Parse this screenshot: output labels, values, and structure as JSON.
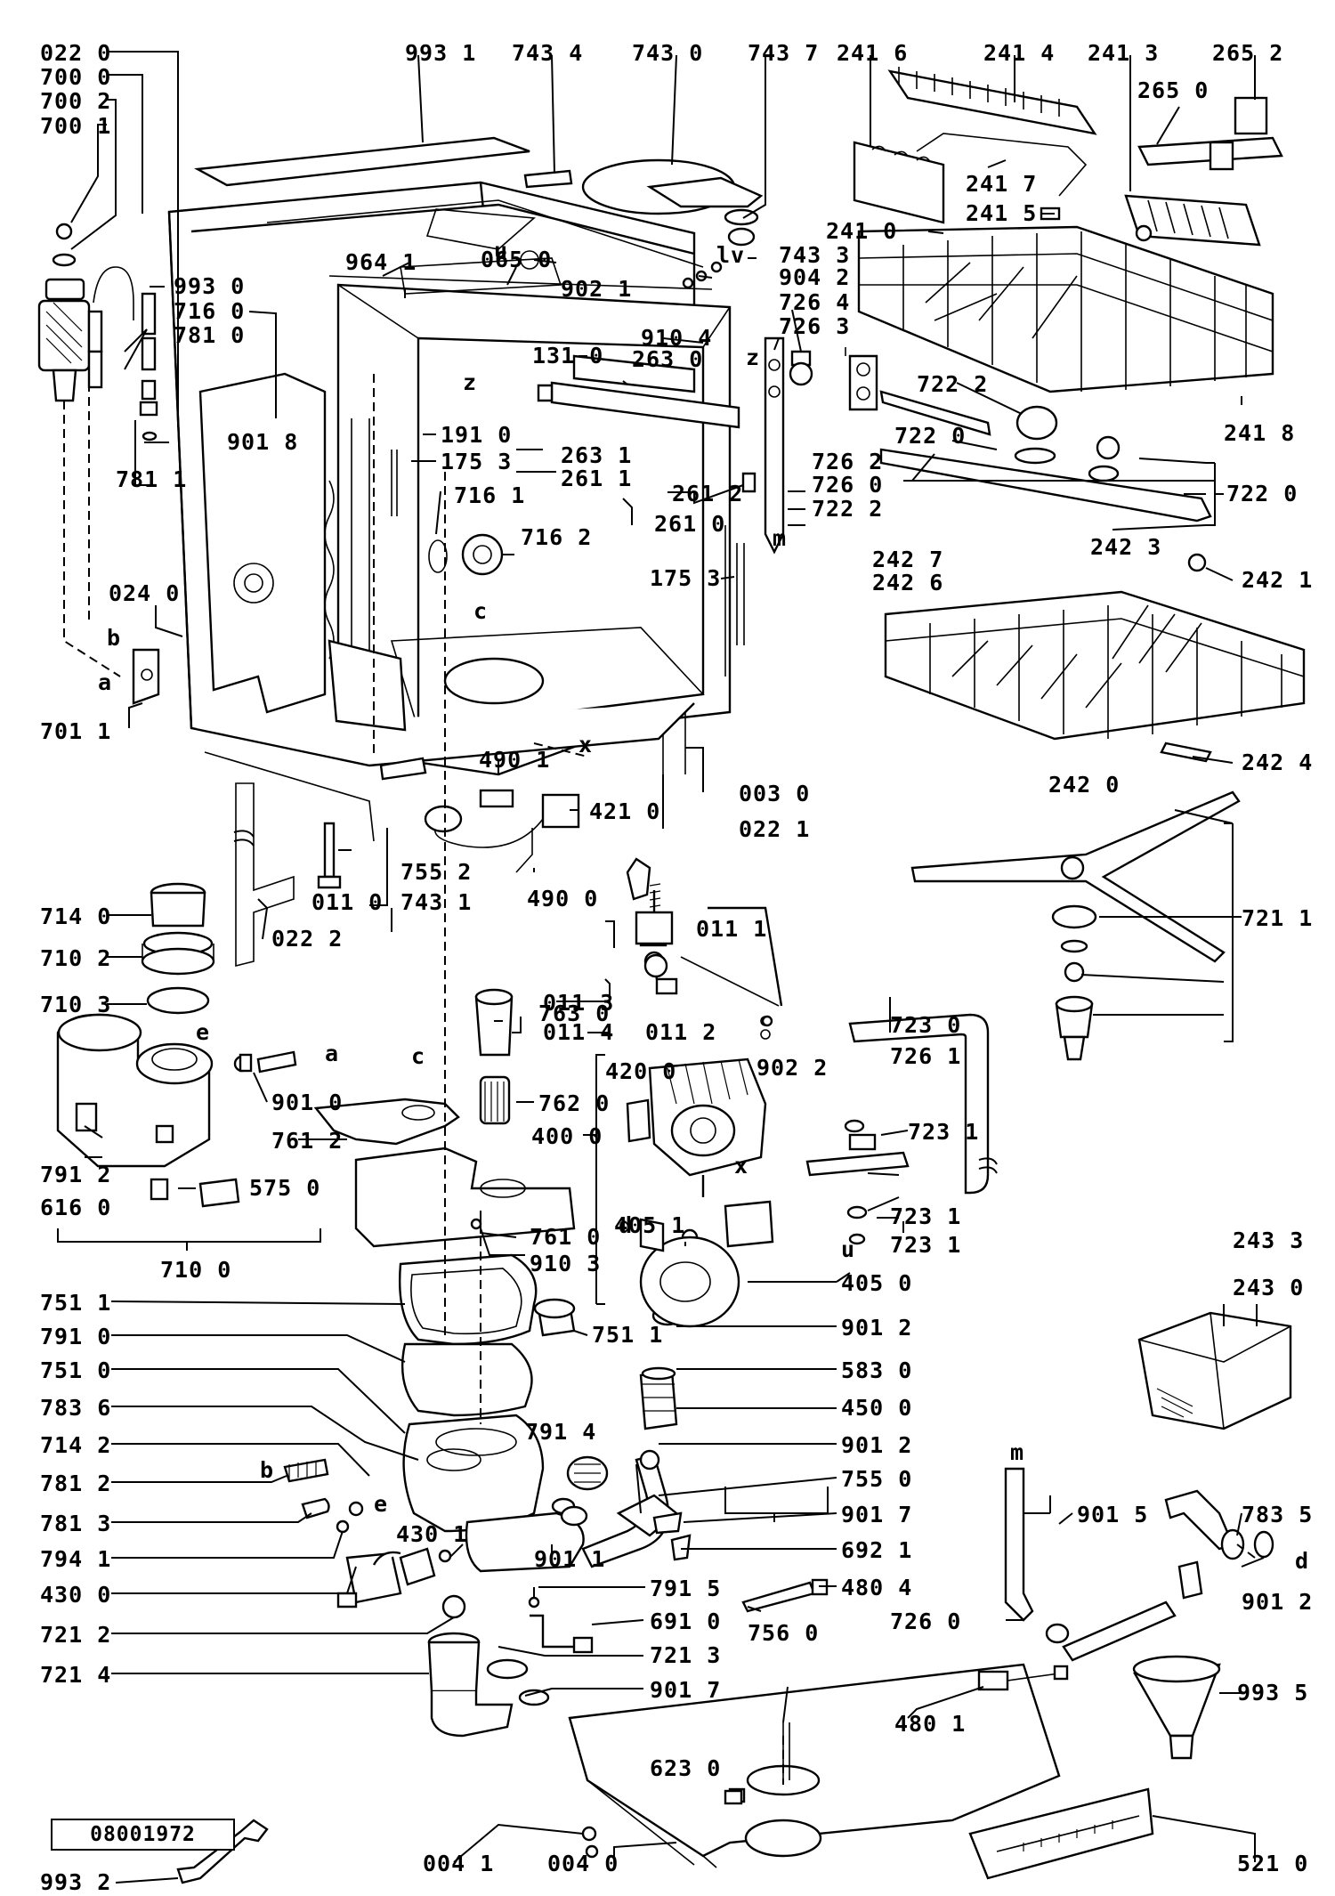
{
  "diagram": {
    "document_ref": "08001972",
    "labels": [
      "022 0",
      "700 0",
      "700 2",
      "700 1",
      "993 1",
      "743 4",
      "743 0",
      "743 7",
      "241 6",
      "241 4",
      "241 3",
      "265 2",
      "265 0",
      "241 7",
      "241 5",
      "241 0",
      "743 3",
      "904 2",
      "902 1",
      "964 1",
      "065 0",
      "993 0",
      "716 0",
      "781 0",
      "910 4",
      "726 4",
      "726 3",
      "131 0",
      "263 0",
      "722 2",
      "241 8",
      "901 8",
      "191 0",
      "175 3",
      "263 1",
      "261 1",
      "781 1",
      "716 1",
      "716 2",
      "261 2",
      "726 2",
      "726 0",
      "722 2",
      "261 0",
      "722 0",
      "722 0",
      "242 7",
      "242 3",
      "242 6",
      "242 1",
      "175 3",
      "024 0",
      "701 1",
      "003 0",
      "022 1",
      "242 0",
      "242 4",
      "490 1",
      "421 0",
      "755 2",
      "743 1",
      "490 0",
      "011 0",
      "022 2",
      "714 0",
      "721 1",
      "710 2",
      "710 3",
      "763 0",
      "011 1",
      "011 3",
      "011 4",
      "011 2",
      "902 2",
      "723 0",
      "726 1",
      "901 0",
      "761 2",
      "762 0",
      "420 0",
      "400 0",
      "723 1",
      "791 2",
      "616 0",
      "575 0",
      "723 1",
      "723 1",
      "710 0",
      "405 1",
      "761 0",
      "910 3",
      "405 0",
      "751 1",
      "751 1",
      "791 0",
      "901 2",
      "751 0",
      "583 0",
      "243 3",
      "243 0",
      "783 6",
      "450 0",
      "714 2",
      "791 4",
      "901 2",
      "781 2",
      "755 0",
      "781 3",
      "901 7",
      "794 1",
      "430 1",
      "692 1",
      "430 0",
      "901 1",
      "901 5",
      "783 5",
      "791 5",
      "480 4",
      "901 2",
      "691 0",
      "726 0",
      "721 2",
      "756 0",
      "721 3",
      "721 4",
      "901 7",
      "480 1",
      "993 5",
      "623 0",
      "993 2",
      "004 1",
      "004 0",
      "521 0"
    ],
    "callouts": [
      "a",
      "b",
      "c",
      "e",
      "a",
      "b",
      "c",
      "d",
      "e",
      "m",
      "m",
      "u",
      "x",
      "x",
      "z",
      "z",
      "lv",
      "u",
      "d"
    ]
  }
}
